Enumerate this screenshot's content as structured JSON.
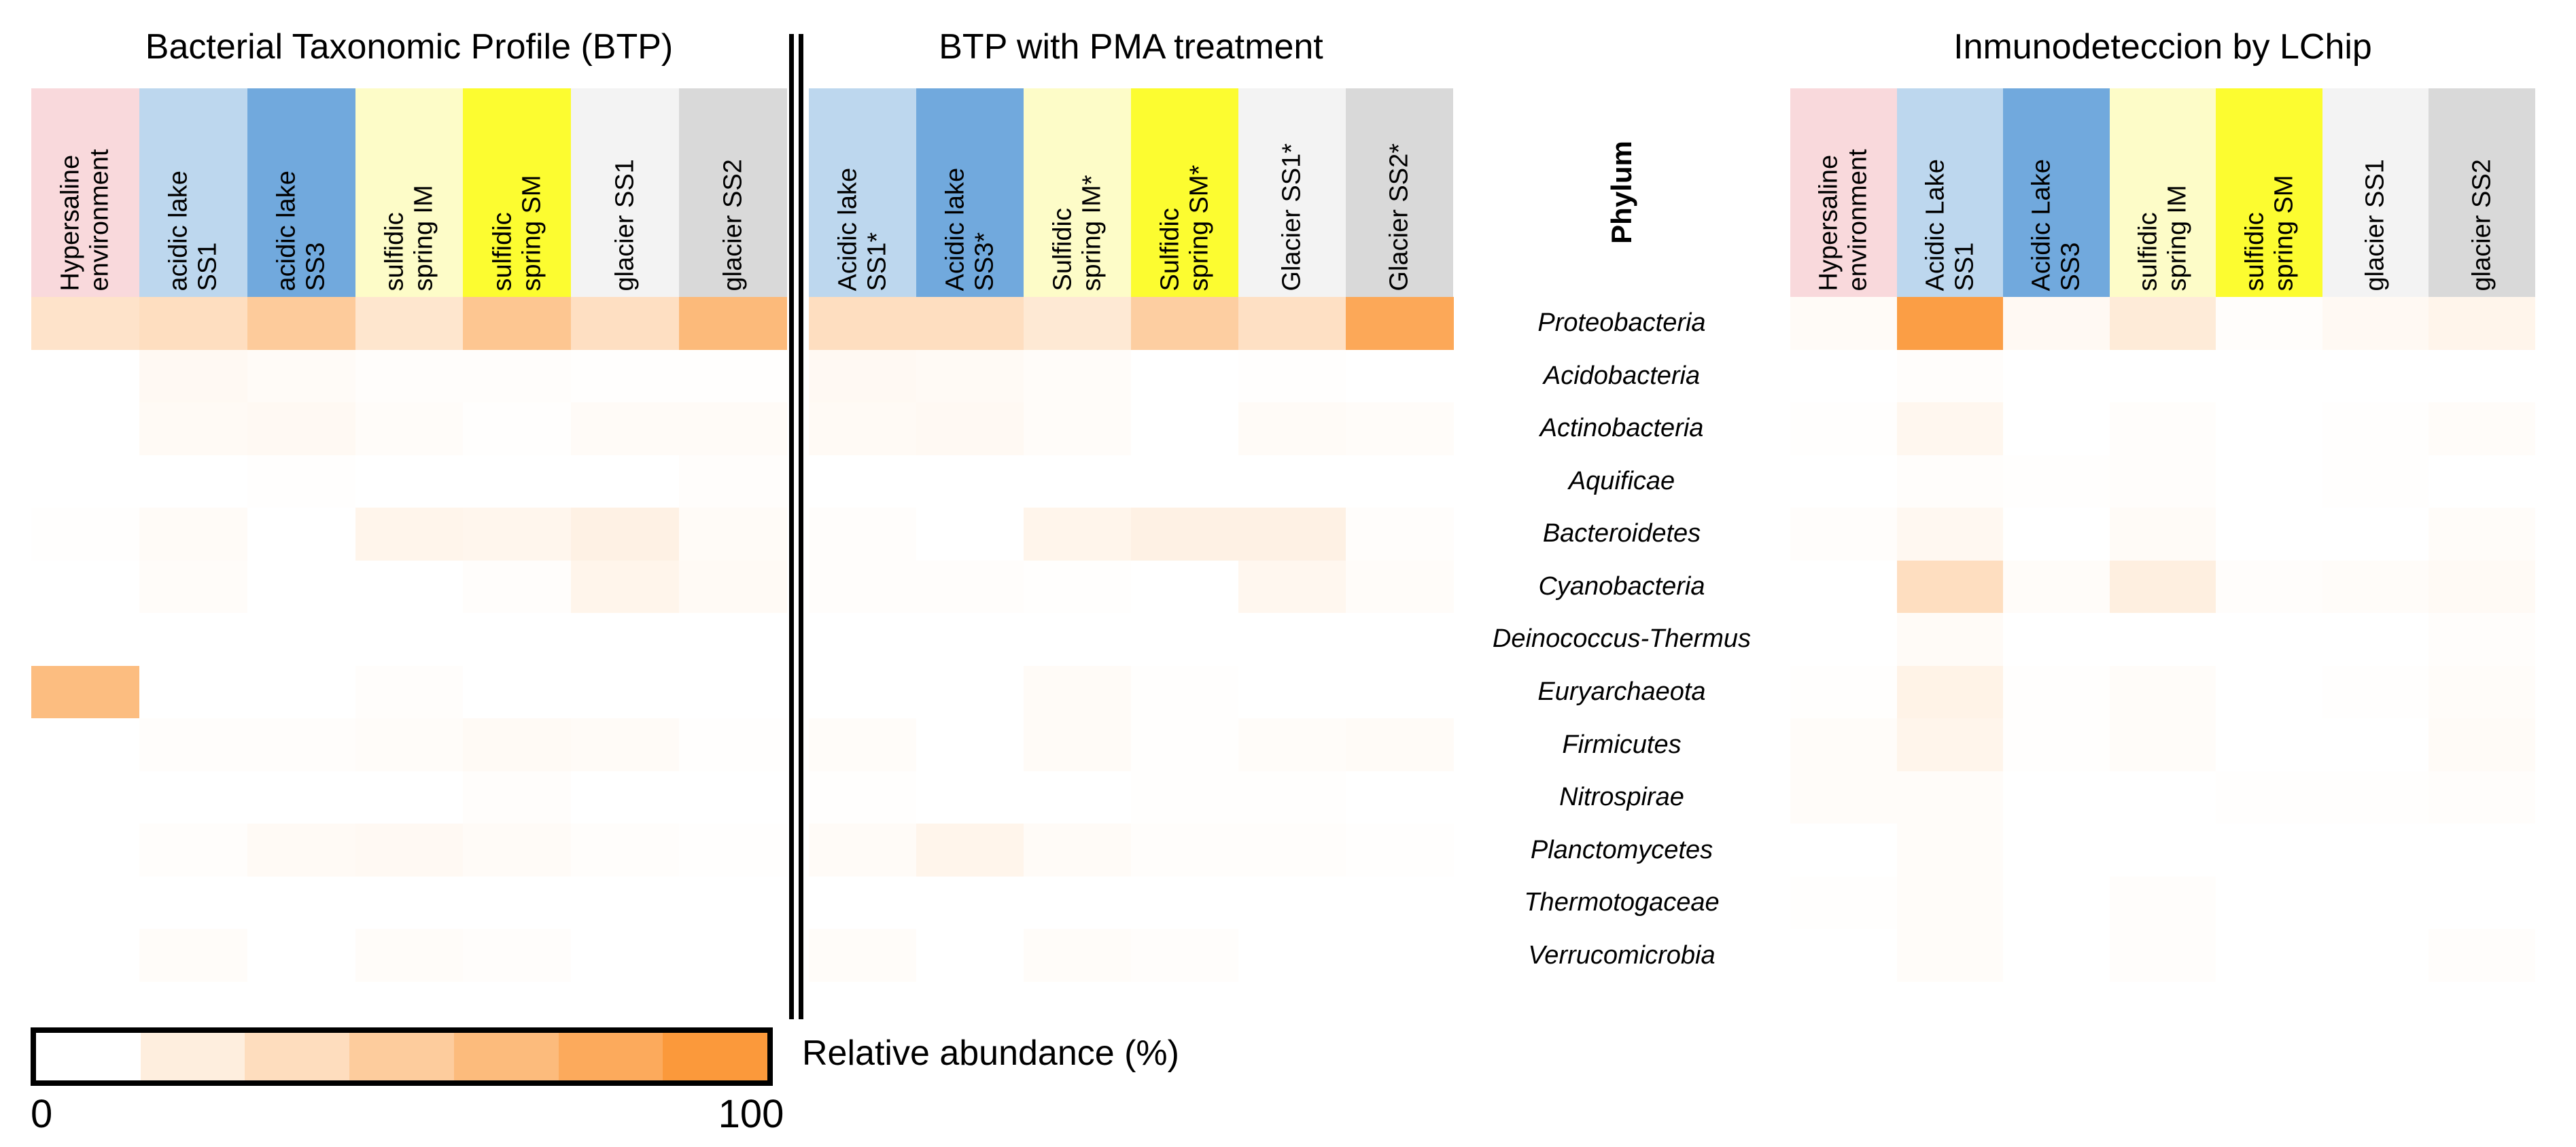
{
  "figure": {
    "legend": {
      "label": "Relative abundance (%)",
      "min": "0",
      "max": "100"
    },
    "phylum_header": "Phylum"
  },
  "chart_data": {
    "type": "heatmap",
    "rows": [
      "Proteobacteria",
      "Acidobacteria",
      "Actinobacteria",
      "Aquificae",
      "Bacteroidetes",
      "Cyanobacteria",
      "Deinococcus-Thermus",
      "Euryarchaeota",
      "Firmicutes",
      "Nitrospirae",
      "Planctomycetes",
      "Thermotogaceae",
      "Verrucomicrobia"
    ],
    "colorscale": {
      "min": 0,
      "max": 100,
      "min_color": "#FFFFFF",
      "max_color": "#FB993B",
      "legend_steps": [
        0,
        16.7,
        33.3,
        50,
        66.7,
        83.3,
        100
      ]
    },
    "panels": [
      {
        "title": "Bacterial Taxonomic Profile (BTP)",
        "columns": [
          {
            "label": "Hypersaline\nenvironment",
            "color": "#F9D9DC"
          },
          {
            "label": "acidic lake\nSS1",
            "color": "#BDD7EE"
          },
          {
            "label": "acidic lake\nSS3",
            "color": "#71A9DD"
          },
          {
            "label": "sulfidic\nspring IM",
            "color": "#FDFCC8"
          },
          {
            "label": "sulfidic\nspring SM",
            "color": "#FCFC30"
          },
          {
            "label": "glacier SS1",
            "color": "#F3F3F3"
          },
          {
            "label": "glacier SS2",
            "color": "#D9D9D9"
          }
        ],
        "values": [
          [
            27,
            32,
            51,
            25,
            56,
            31,
            68
          ],
          [
            0,
            6,
            4,
            2,
            2,
            1,
            1
          ],
          [
            0,
            5,
            6,
            3,
            1,
            4,
            4
          ],
          [
            0,
            0,
            1,
            0,
            0,
            0,
            2
          ],
          [
            1,
            4,
            0,
            10,
            9,
            14,
            4
          ],
          [
            0,
            3,
            0,
            0,
            2,
            10,
            5
          ],
          [
            0,
            0,
            0,
            0,
            0,
            0,
            0
          ],
          [
            65,
            0,
            0,
            2,
            0,
            0,
            0
          ],
          [
            0,
            2,
            2,
            3,
            5,
            4,
            1
          ],
          [
            0,
            0,
            0,
            0,
            2,
            0,
            0
          ],
          [
            0,
            2,
            5,
            6,
            4,
            2,
            1
          ],
          [
            0,
            0,
            0,
            0,
            0,
            0,
            0
          ],
          [
            0,
            3,
            0,
            3,
            2,
            0,
            0
          ]
        ]
      },
      {
        "title": "BTP with PMA treatment",
        "columns": [
          {
            "label": "Acidic lake\nSS1*",
            "color": "#BDD7EE"
          },
          {
            "label": "Acidic lake\nSS3*",
            "color": "#71A9DD"
          },
          {
            "label": "Sulfidic\nspring IM*",
            "color": "#FDFCC8"
          },
          {
            "label": "Sulfidic\nspring SM*",
            "color": "#FCFC30"
          },
          {
            "label": "Glacier SS1*",
            "color": "#F3F3F3"
          },
          {
            "label": "Glacier SS2*",
            "color": "#D9D9D9"
          }
        ],
        "values": [
          [
            32,
            32,
            22,
            48,
            30,
            85
          ],
          [
            6,
            5,
            3,
            0,
            1,
            0
          ],
          [
            5,
            6,
            3,
            0,
            4,
            3
          ],
          [
            0,
            0,
            0,
            0,
            0,
            0
          ],
          [
            2,
            0,
            10,
            14,
            14,
            2
          ],
          [
            2,
            2,
            1,
            0,
            8,
            3
          ],
          [
            0,
            0,
            0,
            0,
            0,
            0
          ],
          [
            0,
            0,
            4,
            1,
            0,
            0
          ],
          [
            3,
            0,
            4,
            1,
            3,
            4
          ],
          [
            1,
            0,
            0,
            1,
            1,
            0
          ],
          [
            4,
            10,
            4,
            2,
            2,
            1
          ],
          [
            0,
            0,
            0,
            0,
            0,
            0
          ],
          [
            3,
            0,
            3,
            2,
            0,
            0
          ]
        ]
      },
      {
        "title": "Inmunodeteccion by LChip",
        "columns": [
          {
            "label": "Hypersaline\nenvironment",
            "color": "#F9D9DC"
          },
          {
            "label": "Acidic Lake\nSS1",
            "color": "#BDD7EE"
          },
          {
            "label": "Acidic Lake\nSS3",
            "color": "#71A9DD"
          },
          {
            "label": "sulfidic\nspring IM",
            "color": "#FDFCC8"
          },
          {
            "label": "sulfidic\nspring SM",
            "color": "#FCFC30"
          },
          {
            "label": "glacier SS1",
            "color": "#F3F3F3"
          },
          {
            "label": "glacier SS2",
            "color": "#D9D9D9"
          }
        ],
        "values": [
          [
            4,
            95,
            6,
            20,
            2,
            6,
            10
          ],
          [
            0,
            2,
            0,
            0,
            0,
            0,
            0
          ],
          [
            1,
            8,
            0,
            2,
            0,
            1,
            3
          ],
          [
            0,
            2,
            1,
            2,
            0,
            1,
            0
          ],
          [
            2,
            7,
            0,
            4,
            0,
            0,
            3
          ],
          [
            0,
            32,
            3,
            16,
            2,
            3,
            5
          ],
          [
            0,
            4,
            0,
            0,
            0,
            0,
            2
          ],
          [
            1,
            12,
            1,
            3,
            0,
            1,
            3
          ],
          [
            3,
            10,
            1,
            3,
            0,
            0,
            4
          ],
          [
            3,
            3,
            0,
            0,
            1,
            1,
            2
          ],
          [
            0,
            3,
            0,
            0,
            0,
            0,
            0
          ],
          [
            1,
            3,
            0,
            2,
            0,
            0,
            0
          ],
          [
            0,
            3,
            0,
            2,
            0,
            0,
            2
          ]
        ]
      }
    ]
  }
}
